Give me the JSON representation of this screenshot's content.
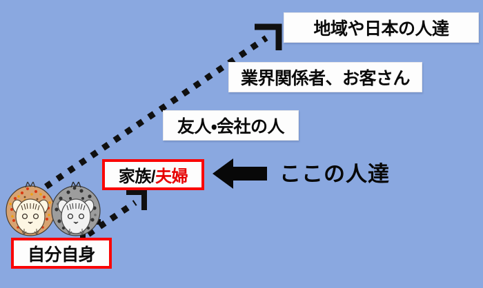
{
  "diagram": {
    "title": "relationship circles diagram",
    "background_color": "#8aa8e0",
    "accent_red": "#fa0505",
    "text_red": "#e60000",
    "text_black": "#0a0a0a",
    "label_box_fill": "#fdfdfd"
  },
  "levels": [
    {
      "key": "region",
      "label": "地域や日本の人達",
      "box_style": "plain",
      "order": 5
    },
    {
      "key": "industry",
      "label": "業界関係者、お客さん",
      "box_style": "plain",
      "order": 4
    },
    {
      "key": "friends",
      "label": "友人・会社の人",
      "box_style": "plain",
      "order": 3
    },
    {
      "key": "family",
      "label_black": "家族/",
      "label_red": "夫婦",
      "box_style": "redbox",
      "order": 2
    },
    {
      "key": "self",
      "label": "自分自身",
      "box_style": "redbox",
      "order": 1
    }
  ],
  "callout": {
    "arrow_icon": "left-block-arrow-icon",
    "arrow_color": "#080808",
    "text": "ここの人達"
  },
  "characters": [
    {
      "key": "hedgehog-orange",
      "name": "hedgehog-orange",
      "body_color": "#d9a06a",
      "speckle_colors": [
        "#d93b12",
        "#f0a010",
        "#7a4a1e"
      ],
      "face_color": "#fdf6e3"
    },
    {
      "key": "hedgehog-gray",
      "name": "hedgehog-gray",
      "body_color": "#9a9a9a",
      "speckle_colors": [
        "#3a3a3a",
        "#6a6a6a"
      ],
      "face_color": "#f2f2f2"
    }
  ],
  "connectors": [
    {
      "key": "main-ladder",
      "style": "dotted",
      "color": "#101010",
      "arrowheads": [
        "end"
      ],
      "from": "self-area",
      "to": "region"
    },
    {
      "key": "self-to-family",
      "style": "dotted",
      "color": "#101010",
      "arrowheads": [
        "start",
        "end"
      ],
      "from": "self",
      "to": "family"
    }
  ]
}
